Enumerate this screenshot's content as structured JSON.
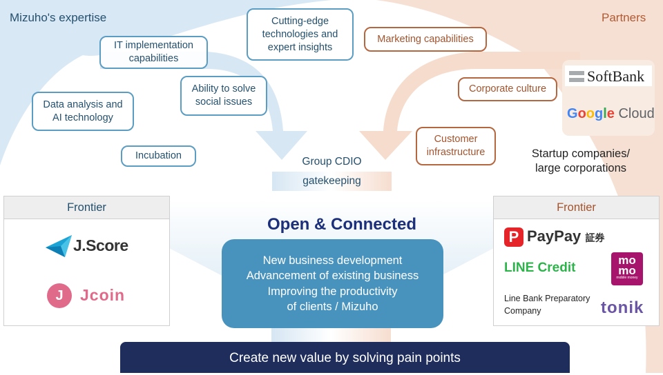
{
  "left_section": {
    "title": "Mizuho's expertise",
    "items": [
      {
        "label": "IT implementation\ncapabilities"
      },
      {
        "label": "Data analysis and\nAI technology"
      },
      {
        "label": "Ability to solve\nsocial issues"
      },
      {
        "label": "Incubation"
      },
      {
        "label": "Cutting-edge\ntechnologies and\nexpert insights"
      }
    ]
  },
  "right_section": {
    "title": "Partners",
    "items": [
      {
        "label": "Marketing capabilities"
      },
      {
        "label": "Corporate culture"
      },
      {
        "label": "Customer\ninfrastructure"
      }
    ],
    "partners": {
      "softbank": "SoftBank",
      "google_word": "Google",
      "google_cloud": "Cloud",
      "startups_line1": "Startup companies/",
      "startups_line2": "large corporations"
    }
  },
  "center": {
    "cdio_label": "Group CDIO",
    "gate_label": "gatekeeping",
    "title": "Open & Connected",
    "lines": [
      "New business development",
      "Advancement of existing business",
      "Improving the productivity",
      "of clients / Mizuho"
    ]
  },
  "frontier_left": {
    "title": "Frontier",
    "logos": {
      "jscore": "J.Score",
      "jcoin": "Jcoin",
      "jcoin_mark": "J"
    }
  },
  "frontier_right": {
    "title": "Frontier",
    "logos": {
      "paypay": "PayPay",
      "paypay_suffix": "証券",
      "line_credit": "LINE Credit",
      "line_bank_1": "Line Bank Preparatory",
      "line_bank_2": "Company",
      "momo_1": "mo",
      "momo_2": "mo",
      "momo_sub": "mobile money",
      "tonik": "tonik"
    }
  },
  "footer": {
    "label": "Create new value by solving pain points"
  },
  "colors": {
    "mizuho_blue": "#24506e",
    "partner_orange": "#a4532c",
    "center_box": "#4893be",
    "footer_navy": "#1f2d5c",
    "title_navy": "#1b2f7a"
  }
}
